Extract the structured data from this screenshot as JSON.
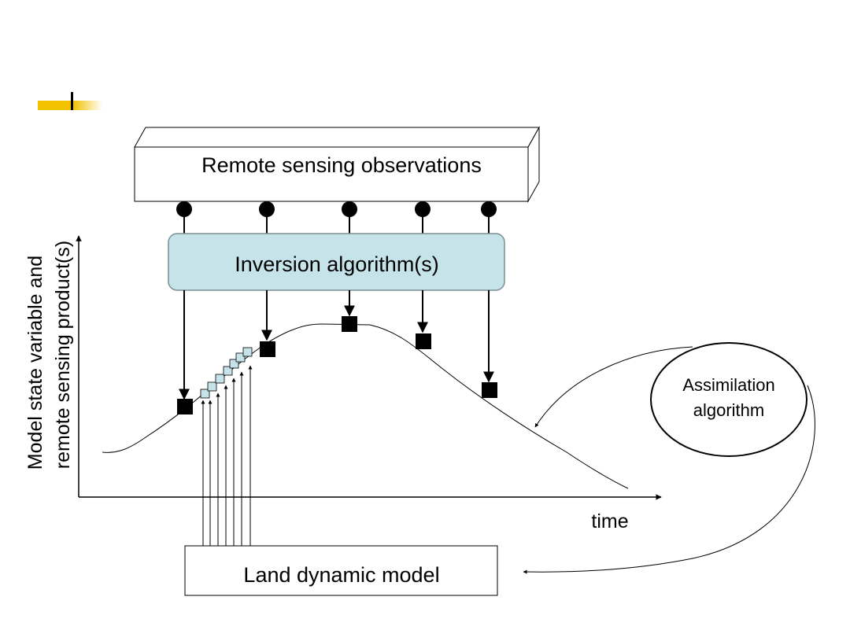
{
  "diagram": {
    "observations_box": {
      "label": "Remote sensing observations"
    },
    "inversion_box": {
      "label": "Inversion algorithm(s)",
      "fill_color": "#c5e3e8"
    },
    "assimilation_node": {
      "line1": "Assimilation",
      "line2": "algorithm"
    },
    "model_box": {
      "label": "Land dynamic model"
    },
    "axes": {
      "y_label_line1": "Model state variable and",
      "y_label_line2": "remote sensing product(s)",
      "x_label": "time"
    },
    "title_bar": {
      "accent_color": "#f2c200"
    },
    "observation_count": 5
  }
}
